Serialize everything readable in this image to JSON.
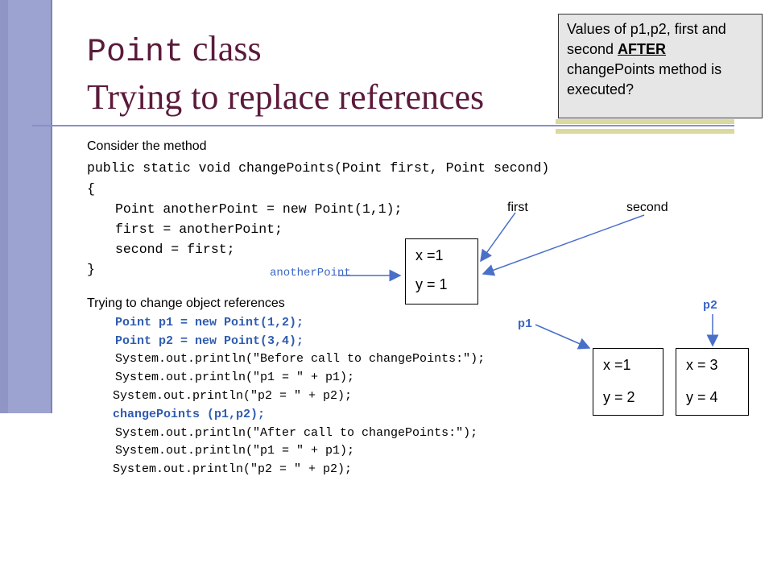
{
  "slide": {
    "title_code": "Point",
    "title_rest": " class",
    "title_line2": "Trying to replace references",
    "note_part1": "Values of  p1,p2, first and second ",
    "note_emph": "AFTER",
    "note_part2": " changePoints method is executed?",
    "consider": "Consider the method",
    "method_sig": "public static void changePoints(Point first, Point second)",
    "open_brace": "{",
    "line1": "Point anotherPoint = new Point(1,1);",
    "line2": "first = anotherPoint;",
    "line3": "second = first;",
    "close_brace": "}",
    "another_label": "anotherPoint",
    "first_label": "first",
    "second_label": "second",
    "trying": "Trying to change object references",
    "c1": "Point p1 = new Point(1,2);",
    "c2": "Point p2 = new Point(3,4);",
    "c3": "System.out.println(\"Before call to changePoints:\");",
    "c4": "System.out.println(\"p1 = \" + p1);",
    "c5": "System.out.println(\"p2 = \" + p2);",
    "c6": "changePoints (p1,p2);",
    "c7": "System.out.println(\"After call to changePoints:\");",
    "c8": "System.out.println(\"p1 = \" + p1);",
    "c9": "System.out.println(\"p2 = \" + p2);",
    "p1_label": "p1",
    "p2_label": "p2",
    "objA_x": "x =1",
    "objA_y": "y = 1",
    "objB_x": "x =1",
    "objB_y": "y = 2",
    "objC_x": "x = 3",
    "objC_y": "y = 4"
  },
  "colors": {
    "title": "#5b1a3a",
    "sidebar": "#9da3d0",
    "code_highlight": "#2f5cb0",
    "arrow": "#4a6fc9"
  }
}
